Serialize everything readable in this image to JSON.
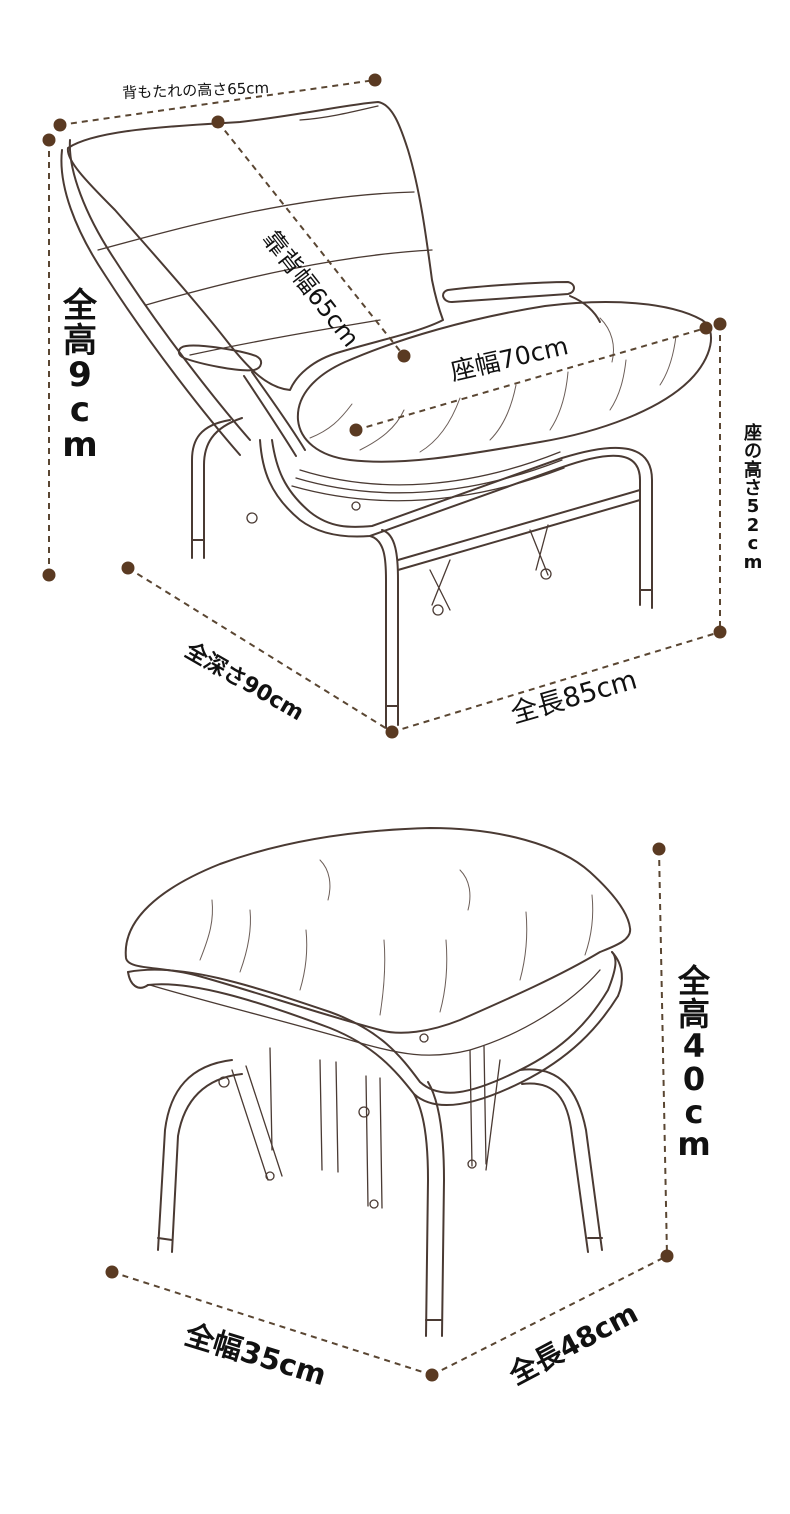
{
  "chair": {
    "back_height_label": "背もたれの高さ65cm",
    "back_width_label": "靠背幅65cm",
    "total_height_chars": [
      "全",
      "高",
      "9",
      "c",
      "m"
    ],
    "seat_width_label": "座幅70cm",
    "seat_height_chars": [
      "座",
      "の",
      "高",
      "さ",
      "5",
      "2",
      "c",
      "m"
    ],
    "depth_label": "全深さ90cm",
    "length_label": "全長85cm"
  },
  "ottoman": {
    "total_height_chars": [
      "全",
      "高",
      "4",
      "0",
      "c",
      "m"
    ],
    "width_label": "全幅35cm",
    "length_label": "全長48cm"
  },
  "colors": {
    "line_art": "#4a3a33",
    "dimension_dot": "#5a3a22",
    "dimension_line": "#5a4632",
    "text": "#111111"
  }
}
